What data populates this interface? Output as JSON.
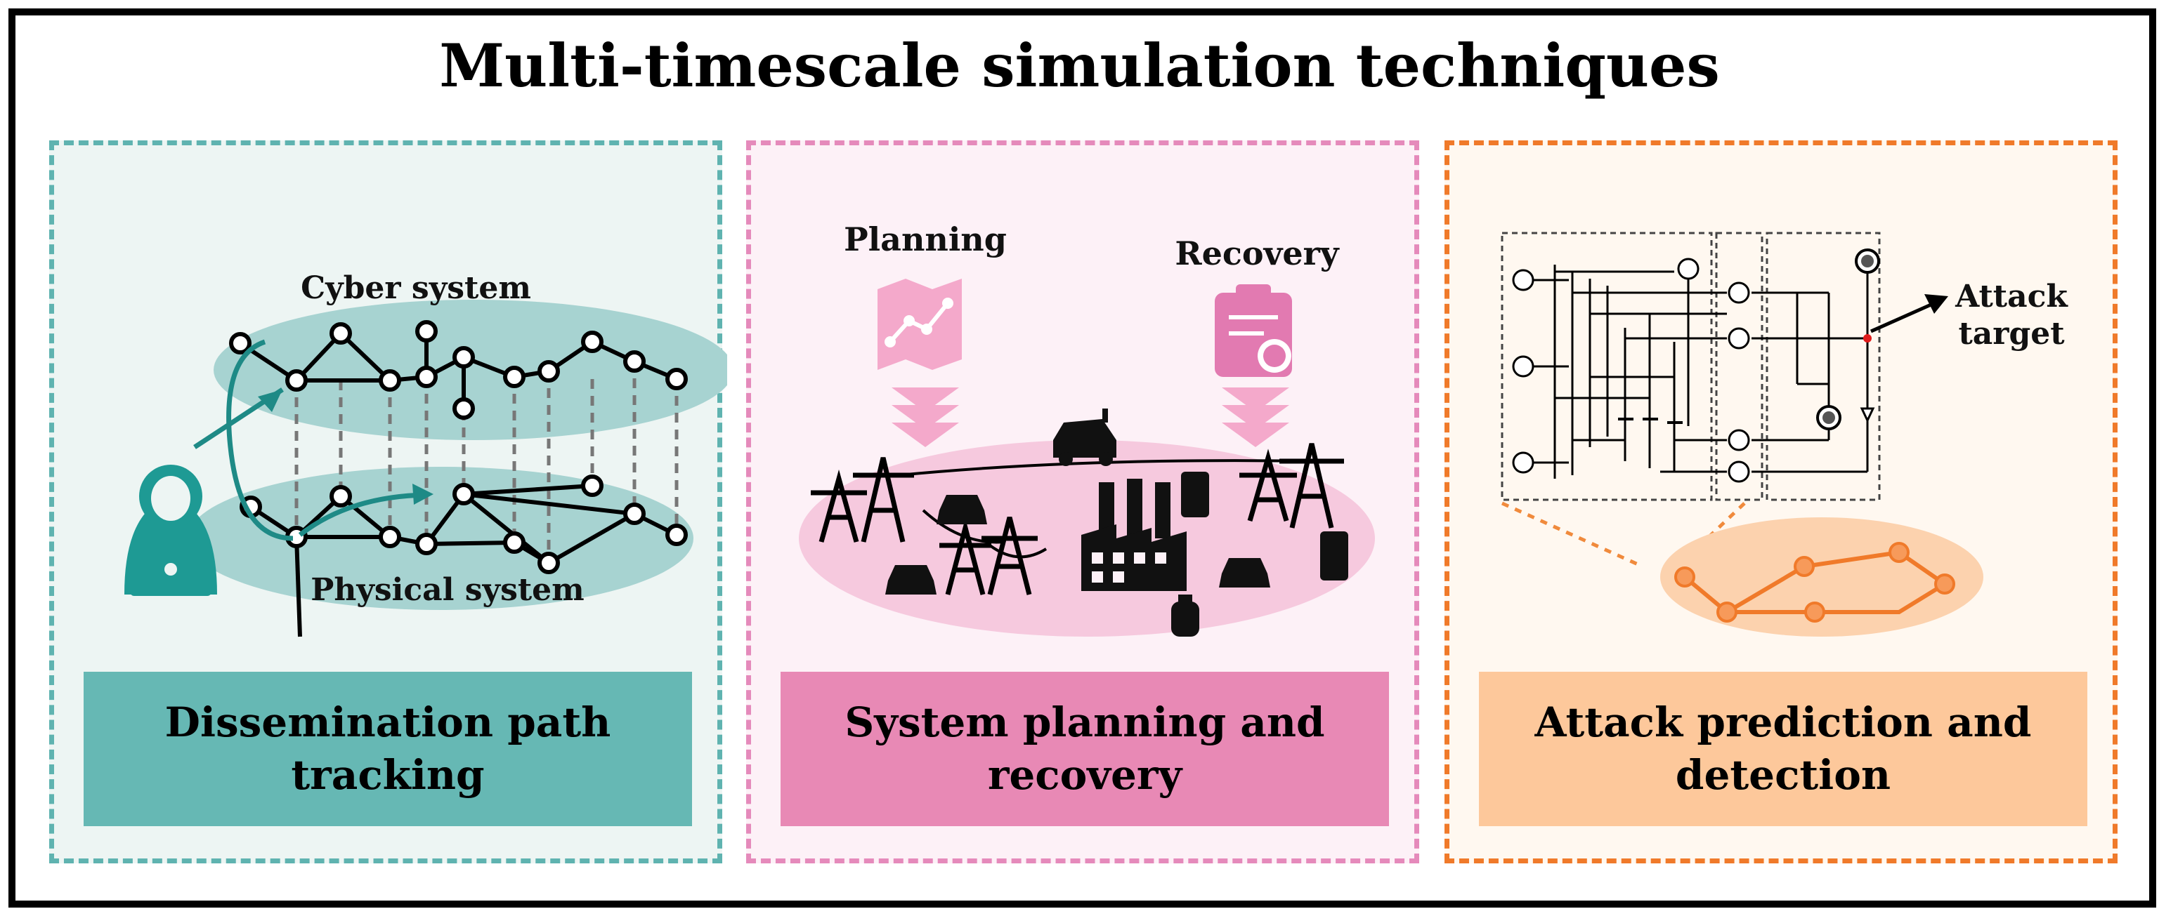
{
  "title": "Multi-timescale simulation techniques",
  "panels": {
    "dissemination": {
      "caption": "Dissemination path tracking",
      "cyber_label": "Cyber system",
      "physical_label": "Physical system",
      "accent": "#5fb3b0",
      "icons": [
        "hacker-icon"
      ]
    },
    "planning": {
      "caption": "System planning and recovery",
      "planning_label": "Planning",
      "recovery_label": "Recovery",
      "accent": "#e58abb",
      "icons": [
        "map-icon",
        "clipboard-icon",
        "transmission-tower-icon",
        "car-icon",
        "factory-icon",
        "charging-station-icon",
        "gas-tank-icon",
        "vehicle-icon"
      ]
    },
    "attack": {
      "caption": "Attack prediction and detection",
      "attack_label_line1": "Attack",
      "attack_label_line2": "target",
      "accent": "#f07a2a",
      "icons": [
        "power-source-icon",
        "circuit-breaker-icon"
      ]
    }
  }
}
